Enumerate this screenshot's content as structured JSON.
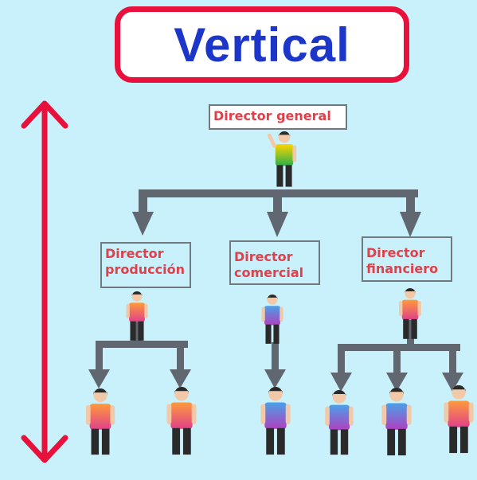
{
  "title": "Vertical",
  "colors": {
    "background": "#c9f1fb",
    "title_border": "#e8113b",
    "title_text": "#1c36c9",
    "label_text": "#e0404a",
    "connector": "#606770",
    "arrow": "#e8113b"
  },
  "nodes": {
    "root": {
      "line1": "Director general",
      "line2": ""
    },
    "produccion": {
      "line1": "Director",
      "line2": "producción"
    },
    "comercial": {
      "line1": "Director",
      "line2": "comercial"
    },
    "financiero": {
      "line1": "Director",
      "line2": "financiero"
    }
  },
  "icons": {
    "vertical_arrow": "double-headed-arrow-icon",
    "person": "person-icon",
    "connector_arrow": "down-arrow-icon"
  }
}
